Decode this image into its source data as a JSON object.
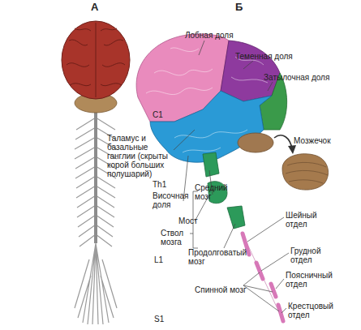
{
  "diagram": {
    "labels": [
      "А",
      "Б",
      "Лобная доля",
      "Теменная доля",
      "Затылочная доля",
      "C1",
      "Таламус и базальные ганглии (скрыты корой больших полушарий)",
      "Мозжечок",
      "Th1",
      "Височная доля",
      "Средний мозг",
      "Мост",
      "Ствол мозга",
      "Продолговатый мозг",
      "Шейный отдел",
      "Грудной отдел",
      "L1",
      "Поясничный отдел",
      "Спинной мозг",
      "Крестцовый отдел",
      "S1"
    ]
  }
}
